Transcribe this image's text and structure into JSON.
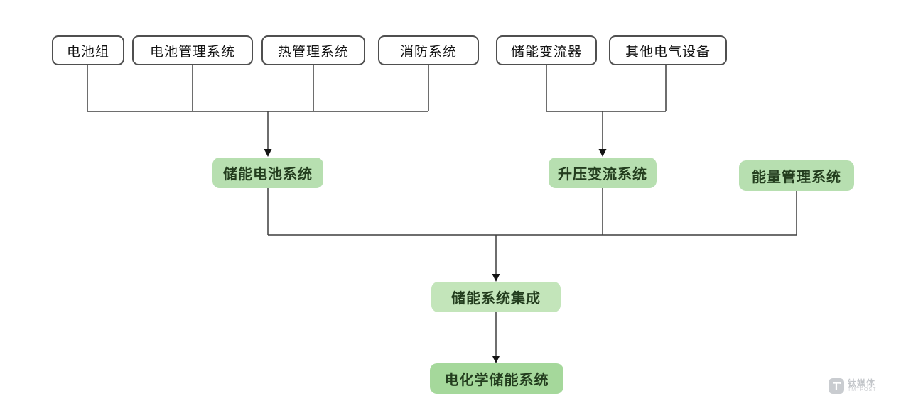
{
  "nodes": {
    "battery_pack": {
      "label": "电池组"
    },
    "bms": {
      "label": "电池管理系统"
    },
    "thermal": {
      "label": "热管理系统"
    },
    "fire": {
      "label": "消防系统"
    },
    "pcs": {
      "label": "储能变流器"
    },
    "other_electrical": {
      "label": "其他电气设备"
    },
    "battery_system": {
      "label": "储能电池系统"
    },
    "boost_converter": {
      "label": "升压变流系统"
    },
    "ems": {
      "label": "能量管理系统"
    },
    "integration": {
      "label": "储能系统集成"
    },
    "electrochemical": {
      "label": "电化学储能系统"
    }
  },
  "colors": {
    "line": "#3f3f3f",
    "arrowhead": "#141414",
    "plain_box_border": "#4f4f4f",
    "green_mid": "#b7dfb0",
    "green_light": "#c3e5ba",
    "green_dark": "#a5d89b",
    "green_text": "#233d1e"
  },
  "watermark": {
    "logo_letter": "T",
    "brand": "钛媒体",
    "subbrand": "TMTPOST"
  }
}
